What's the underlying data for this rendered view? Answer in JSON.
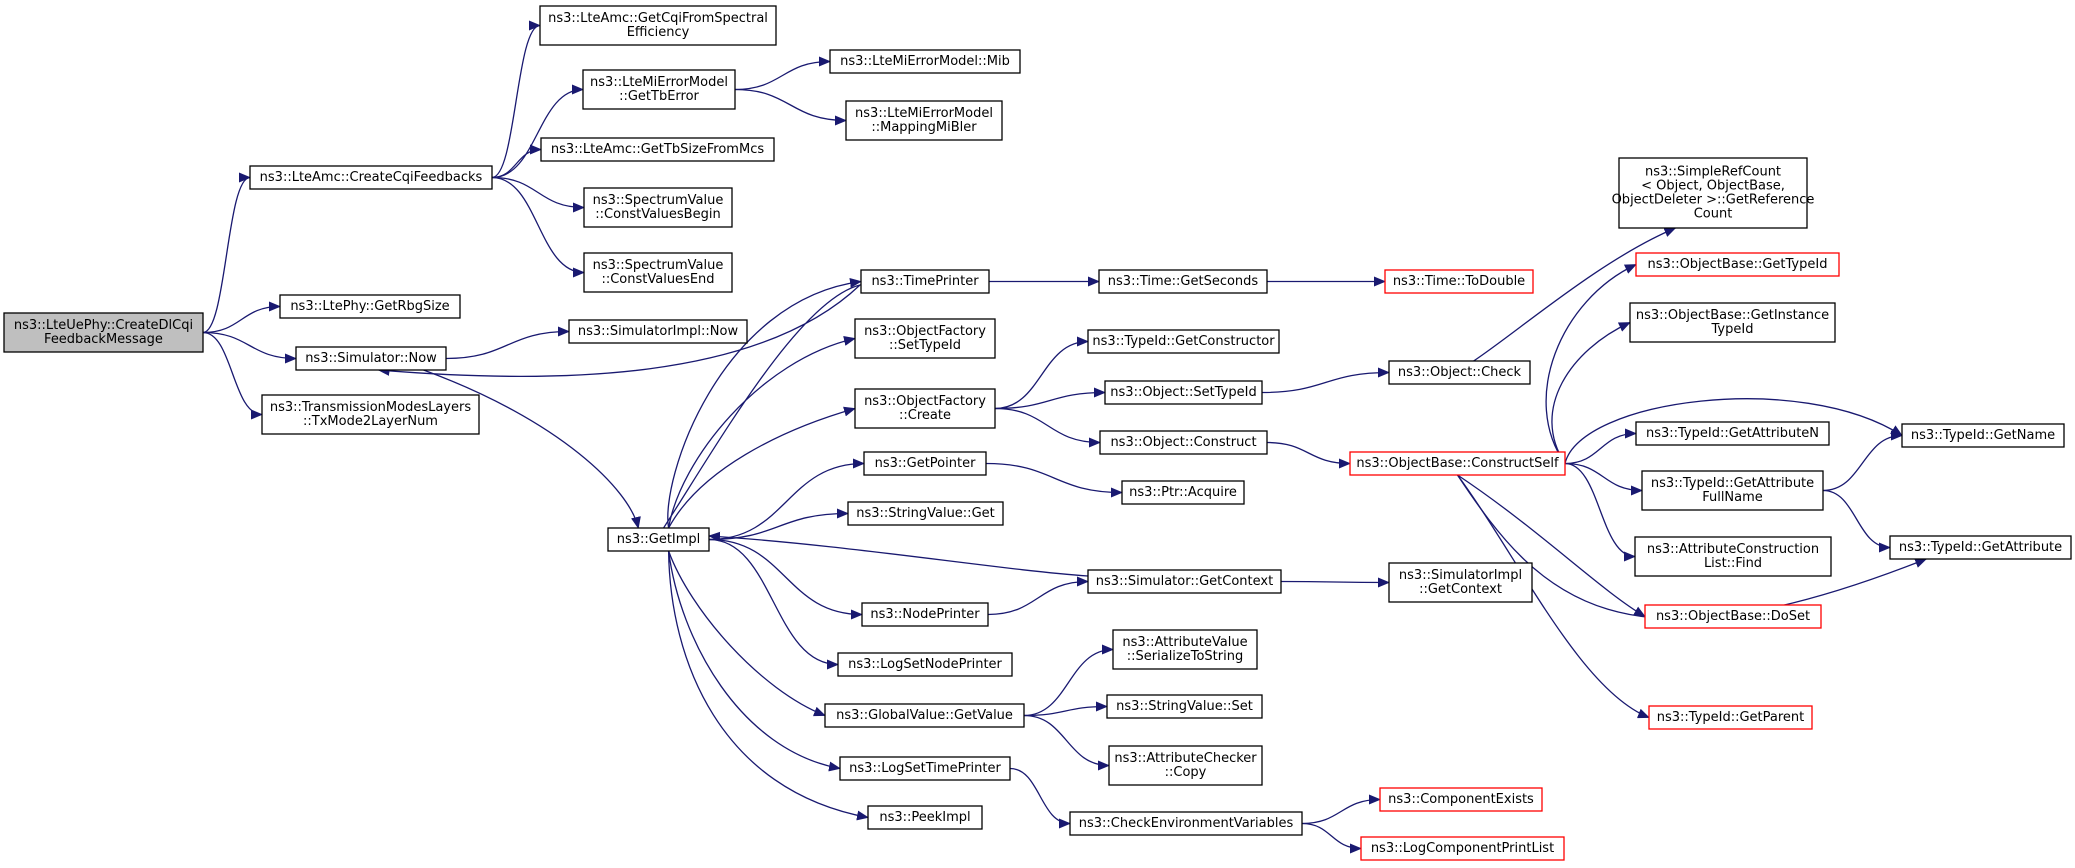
{
  "nodes": [
    {
      "id": "root",
      "lines": [
        "ns3::LteUePhy::CreateDlCqi",
        "FeedbackMessage"
      ],
      "style": "root"
    },
    {
      "id": "createCqi",
      "lines": [
        "ns3::LteAmc::CreateCqiFeedbacks"
      ],
      "style": "normal"
    },
    {
      "id": "getCqiSE",
      "lines": [
        "ns3::LteAmc::GetCqiFromSpectral",
        "Efficiency"
      ],
      "style": "normal"
    },
    {
      "id": "getTbError",
      "lines": [
        "ns3::LteMiErrorModel",
        "::GetTbError"
      ],
      "style": "normal"
    },
    {
      "id": "mib",
      "lines": [
        "ns3::LteMiErrorModel::Mib"
      ],
      "style": "normal"
    },
    {
      "id": "mappingMiBler",
      "lines": [
        "ns3::LteMiErrorModel",
        "::MappingMiBler"
      ],
      "style": "normal"
    },
    {
      "id": "getTbSize",
      "lines": [
        "ns3::LteAmc::GetTbSizeFromMcs"
      ],
      "style": "normal"
    },
    {
      "id": "cvBegin",
      "lines": [
        "ns3::SpectrumValue",
        "::ConstValuesBegin"
      ],
      "style": "normal"
    },
    {
      "id": "cvEnd",
      "lines": [
        "ns3::SpectrumValue",
        "::ConstValuesEnd"
      ],
      "style": "normal"
    },
    {
      "id": "getRbg",
      "lines": [
        "ns3::LtePhy::GetRbgSize"
      ],
      "style": "normal"
    },
    {
      "id": "simNow",
      "lines": [
        "ns3::Simulator::Now"
      ],
      "style": "normal"
    },
    {
      "id": "simImplNow",
      "lines": [
        "ns3::SimulatorImpl::Now"
      ],
      "style": "normal"
    },
    {
      "id": "txMode",
      "lines": [
        "ns3::TransmissionModesLayers",
        "::TxMode2LayerNum"
      ],
      "style": "normal"
    },
    {
      "id": "getImpl",
      "lines": [
        "ns3::GetImpl"
      ],
      "style": "normal"
    },
    {
      "id": "timePrinter",
      "lines": [
        "ns3::TimePrinter"
      ],
      "style": "normal"
    },
    {
      "id": "ofSetTypeId",
      "lines": [
        "ns3::ObjectFactory",
        "::SetTypeId"
      ],
      "style": "normal"
    },
    {
      "id": "ofCreate",
      "lines": [
        "ns3::ObjectFactory",
        "::Create"
      ],
      "style": "normal"
    },
    {
      "id": "getPointer",
      "lines": [
        "ns3::GetPointer"
      ],
      "style": "normal"
    },
    {
      "id": "svGet",
      "lines": [
        "ns3::StringValue::Get"
      ],
      "style": "normal"
    },
    {
      "id": "nodePrinter",
      "lines": [
        "ns3::NodePrinter"
      ],
      "style": "normal"
    },
    {
      "id": "logSetNodePrinter",
      "lines": [
        "ns3::LogSetNodePrinter"
      ],
      "style": "normal"
    },
    {
      "id": "gvGetValue",
      "lines": [
        "ns3::GlobalValue::GetValue"
      ],
      "style": "normal"
    },
    {
      "id": "logSetTimePrinter",
      "lines": [
        "ns3::LogSetTimePrinter"
      ],
      "style": "normal"
    },
    {
      "id": "peekImpl",
      "lines": [
        "ns3::PeekImpl"
      ],
      "style": "normal"
    },
    {
      "id": "timeGetSeconds",
      "lines": [
        "ns3::Time::GetSeconds"
      ],
      "style": "normal"
    },
    {
      "id": "timeToDouble",
      "lines": [
        "ns3::Time::ToDouble"
      ],
      "style": "red"
    },
    {
      "id": "tidGetConstructor",
      "lines": [
        "ns3::TypeId::GetConstructor"
      ],
      "style": "normal"
    },
    {
      "id": "objSetTypeId",
      "lines": [
        "ns3::Object::SetTypeId"
      ],
      "style": "normal"
    },
    {
      "id": "objConstruct",
      "lines": [
        "ns3::Object::Construct"
      ],
      "style": "normal"
    },
    {
      "id": "ptrAcquire",
      "lines": [
        "ns3::Ptr::Acquire"
      ],
      "style": "normal"
    },
    {
      "id": "simGetContext",
      "lines": [
        "ns3::Simulator::GetContext"
      ],
      "style": "normal"
    },
    {
      "id": "simImplGetContext",
      "lines": [
        "ns3::SimulatorImpl",
        "::GetContext"
      ],
      "style": "normal"
    },
    {
      "id": "avSerialize",
      "lines": [
        "ns3::AttributeValue",
        "::SerializeToString"
      ],
      "style": "normal"
    },
    {
      "id": "svSet",
      "lines": [
        "ns3::StringValue::Set"
      ],
      "style": "normal"
    },
    {
      "id": "acCopy",
      "lines": [
        "ns3::AttributeChecker",
        "::Copy"
      ],
      "style": "normal"
    },
    {
      "id": "checkEnv",
      "lines": [
        "ns3::CheckEnvironmentVariables"
      ],
      "style": "normal"
    },
    {
      "id": "compExists",
      "lines": [
        "ns3::ComponentExists"
      ],
      "style": "red"
    },
    {
      "id": "logCompPrint",
      "lines": [
        "ns3::LogComponentPrintList"
      ],
      "style": "red"
    },
    {
      "id": "objCheck",
      "lines": [
        "ns3::Object::Check"
      ],
      "style": "normal"
    },
    {
      "id": "obConstructSelf",
      "lines": [
        "ns3::ObjectBase::ConstructSelf"
      ],
      "style": "red"
    },
    {
      "id": "srcGetRefCount",
      "lines": [
        "ns3::SimpleRefCount",
        "< Object, ObjectBase,",
        " ObjectDeleter >::GetReference",
        "Count"
      ],
      "style": "normal"
    },
    {
      "id": "obGetTypeId",
      "lines": [
        "ns3::ObjectBase::GetTypeId"
      ],
      "style": "red"
    },
    {
      "id": "obGetInstanceTypeId",
      "lines": [
        "ns3::ObjectBase::GetInstance",
        "TypeId"
      ],
      "style": "normal"
    },
    {
      "id": "tidGetAttributeN",
      "lines": [
        "ns3::TypeId::GetAttributeN"
      ],
      "style": "normal"
    },
    {
      "id": "tidGetAttrFullName",
      "lines": [
        "ns3::TypeId::GetAttribute",
        "FullName"
      ],
      "style": "normal"
    },
    {
      "id": "aclFind",
      "lines": [
        "ns3::AttributeConstruction",
        "List::Find"
      ],
      "style": "normal"
    },
    {
      "id": "obDoSet",
      "lines": [
        "ns3::ObjectBase::DoSet"
      ],
      "style": "red"
    },
    {
      "id": "tidGetParent",
      "lines": [
        "ns3::TypeId::GetParent"
      ],
      "style": "red"
    },
    {
      "id": "tidGetName",
      "lines": [
        "ns3::TypeId::GetName"
      ],
      "style": "normal"
    },
    {
      "id": "tidGetAttribute",
      "lines": [
        "ns3::TypeId::GetAttribute"
      ],
      "style": "normal"
    }
  ],
  "edges": [
    [
      "root",
      "createCqi"
    ],
    [
      "root",
      "getRbg"
    ],
    [
      "root",
      "simNow"
    ],
    [
      "root",
      "txMode"
    ],
    [
      "createCqi",
      "getCqiSE"
    ],
    [
      "createCqi",
      "getTbError"
    ],
    [
      "createCqi",
      "getTbSize"
    ],
    [
      "createCqi",
      "cvBegin"
    ],
    [
      "createCqi",
      "cvEnd"
    ],
    [
      "getTbError",
      "mib"
    ],
    [
      "getTbError",
      "mappingMiBler"
    ],
    [
      "simNow",
      "simImplNow"
    ],
    [
      "simNow",
      "getImpl"
    ],
    [
      "getImpl",
      "simNow"
    ],
    [
      "getImpl",
      "timePrinter"
    ],
    [
      "getImpl",
      "ofSetTypeId"
    ],
    [
      "getImpl",
      "ofCreate"
    ],
    [
      "getImpl",
      "getPointer"
    ],
    [
      "getImpl",
      "svGet"
    ],
    [
      "getImpl",
      "nodePrinter"
    ],
    [
      "getImpl",
      "logSetNodePrinter"
    ],
    [
      "getImpl",
      "gvGetValue"
    ],
    [
      "getImpl",
      "logSetTimePrinter"
    ],
    [
      "getImpl",
      "peekImpl"
    ],
    [
      "timePrinter",
      "timeGetSeconds"
    ],
    [
      "timeGetSeconds",
      "timeToDouble"
    ],
    [
      "ofCreate",
      "tidGetConstructor"
    ],
    [
      "ofCreate",
      "objSetTypeId"
    ],
    [
      "ofCreate",
      "objConstruct"
    ],
    [
      "getPointer",
      "ptrAcquire"
    ],
    [
      "nodePrinter",
      "simGetContext"
    ],
    [
      "simGetContext",
      "getImpl"
    ],
    [
      "simGetContext",
      "simImplGetContext"
    ],
    [
      "gvGetValue",
      "avSerialize"
    ],
    [
      "gvGetValue",
      "svSet"
    ],
    [
      "gvGetValue",
      "acCopy"
    ],
    [
      "logSetTimePrinter",
      "checkEnv"
    ],
    [
      "checkEnv",
      "compExists"
    ],
    [
      "checkEnv",
      "logCompPrint"
    ],
    [
      "objSetTypeId",
      "objCheck"
    ],
    [
      "objCheck",
      "srcGetRefCount"
    ],
    [
      "objConstruct",
      "obConstructSelf"
    ],
    [
      "obConstructSelf",
      "obGetTypeId"
    ],
    [
      "obConstructSelf",
      "obGetInstanceTypeId"
    ],
    [
      "obConstructSelf",
      "tidGetName"
    ],
    [
      "obConstructSelf",
      "tidGetAttributeN"
    ],
    [
      "obConstructSelf",
      "tidGetAttrFullName"
    ],
    [
      "obConstructSelf",
      "aclFind"
    ],
    [
      "obConstructSelf",
      "obDoSet"
    ],
    [
      "obConstructSelf",
      "tidGetAttribute"
    ],
    [
      "obConstructSelf",
      "tidGetParent"
    ],
    [
      "tidGetAttrFullName",
      "tidGetName"
    ],
    [
      "tidGetAttrFullName",
      "tidGetAttribute"
    ]
  ],
  "colors": {
    "edge": "#191970",
    "node_border": "#000000",
    "node_border_missing": "#ff0000",
    "root_fill": "#bfbfbf"
  }
}
